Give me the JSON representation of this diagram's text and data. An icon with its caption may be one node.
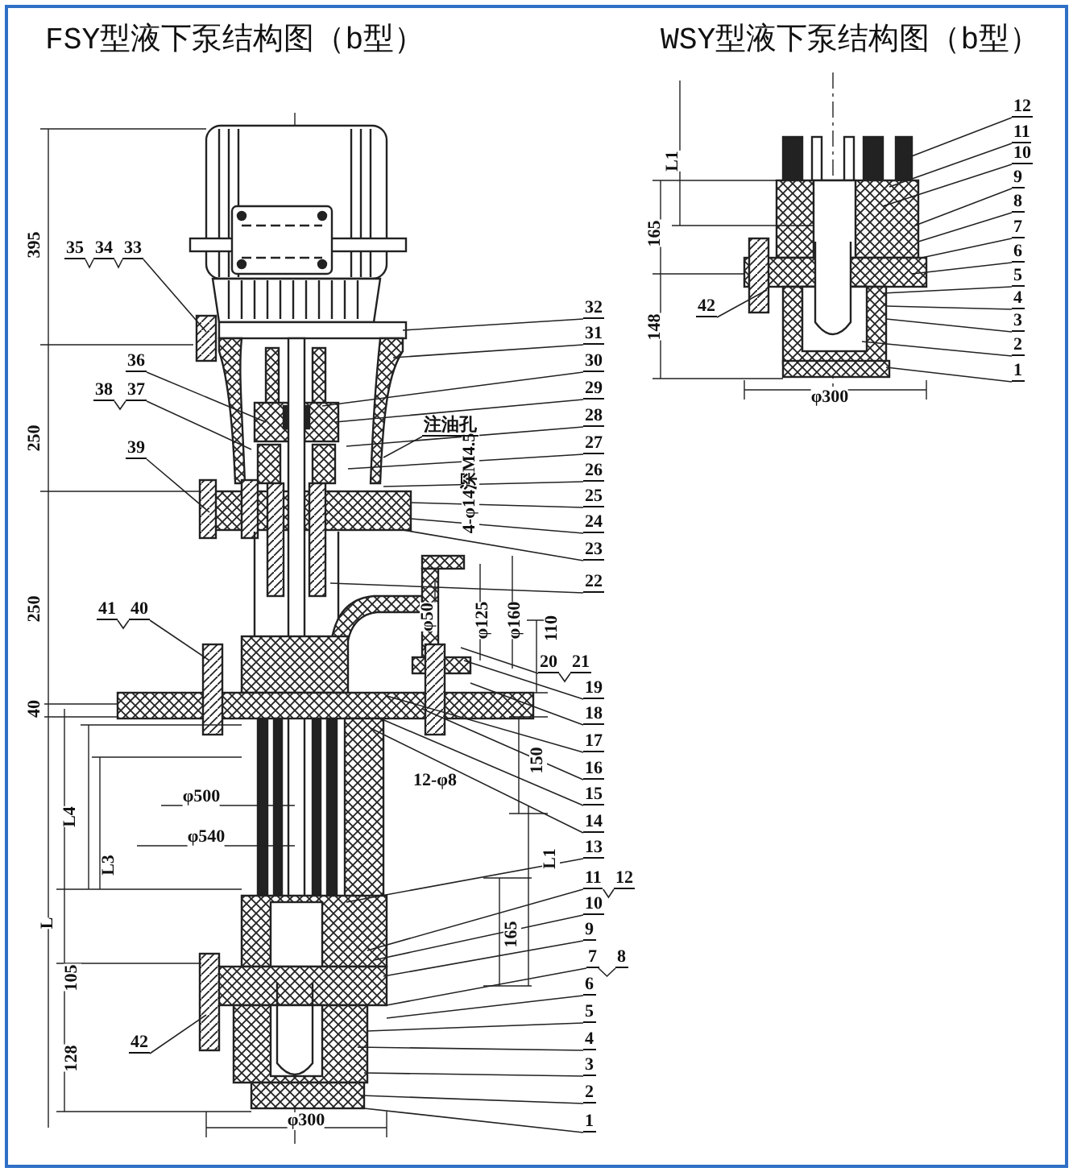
{
  "diagram": {
    "title": "FSY型液下泵结构图（b型）",
    "nodes": [
      {
        "text": [
          "35"
        ]
      },
      {
        "text": [
          "34"
        ]
      },
      {
        "text": [
          "33"
        ]
      },
      {
        "text": [
          "36"
        ]
      },
      {
        "text": [
          "38"
        ]
      },
      {
        "text": [
          "37"
        ]
      },
      {
        "text": [
          "39"
        ]
      },
      {
        "text": [
          "41"
        ]
      },
      {
        "text": [
          "40"
        ]
      },
      {
        "text": [
          "42"
        ]
      },
      {
        "text": [
          "32"
        ]
      },
      {
        "text": [
          "31"
        ]
      },
      {
        "text": [
          "30"
        ]
      },
      {
        "text": [
          "29"
        ]
      },
      {
        "text": [
          "28"
        ]
      },
      {
        "text": [
          "注油孔"
        ]
      },
      {
        "text": [
          "27"
        ]
      },
      {
        "text": [
          "26"
        ]
      },
      {
        "text": [
          "25"
        ]
      },
      {
        "text": [
          "24"
        ]
      },
      {
        "text": [
          "23"
        ]
      },
      {
        "text": [
          "22"
        ]
      },
      {
        "text": [
          "20"
        ]
      },
      {
        "text": [
          "21"
        ]
      },
      {
        "text": [
          "19"
        ]
      },
      {
        "text": [
          "18"
        ]
      },
      {
        "text": [
          "17"
        ]
      },
      {
        "text": [
          "16"
        ]
      },
      {
        "text": [
          "15"
        ]
      },
      {
        "text": [
          "14"
        ]
      },
      {
        "text": [
          "13"
        ]
      },
      {
        "text": [
          "11"
        ]
      },
      {
        "text": [
          "12"
        ]
      },
      {
        "text": [
          "10"
        ]
      },
      {
        "text": [
          "9"
        ]
      },
      {
        "text": [
          "7"
        ]
      },
      {
        "text": [
          "8"
        ]
      },
      {
        "text": [
          "6"
        ]
      },
      {
        "text": [
          "5"
        ]
      },
      {
        "text": [
          "4"
        ]
      },
      {
        "text": [
          "3"
        ]
      },
      {
        "text": [
          "2"
        ]
      },
      {
        "text": [
          "1"
        ]
      },
      {
        "text": [
          "12"
        ]
      },
      {
        "text": [
          "11"
        ]
      },
      {
        "text": [
          "10"
        ]
      },
      {
        "text": [
          "9"
        ]
      },
      {
        "text": [
          "8"
        ]
      },
      {
        "text": [
          "7"
        ]
      },
      {
        "text": [
          "6"
        ]
      },
      {
        "text": [
          "5"
        ]
      },
      {
        "text": [
          "4"
        ]
      },
      {
        "text": [
          "3"
        ]
      },
      {
        "text": [
          "2"
        ]
      },
      {
        "text": [
          "1"
        ]
      },
      {
        "text": [
          "42"
        ]
      }
    ],
    "edges": [
      {
        "from": 0,
        "to": 1,
        "arrow": "none"
      },
      {
        "from": 1,
        "to": 2,
        "arrow": "none"
      },
      {
        "from": 4,
        "to": 5,
        "arrow": "none"
      },
      {
        "from": 7,
        "to": 8,
        "arrow": "none"
      },
      {
        "from": 22,
        "to": 23,
        "arrow": "none"
      },
      {
        "from": 31,
        "to": 32,
        "arrow": "none"
      },
      {
        "from": 35,
        "to": 36,
        "arrow": "none"
      },
      {
        "from": 2,
        "to": null,
        "arrow": "none"
      },
      {
        "from": 3,
        "to": null,
        "arrow": "none"
      },
      {
        "from": 5,
        "to": null,
        "arrow": "none"
      },
      {
        "from": 6,
        "to": null,
        "arrow": "none"
      },
      {
        "from": 8,
        "to": null,
        "arrow": "none"
      },
      {
        "from": 9,
        "to": null,
        "arrow": "none"
      },
      {
        "from": 10,
        "to": null,
        "arrow": "none"
      },
      {
        "from": 11,
        "to": null,
        "arrow": "none"
      },
      {
        "from": 12,
        "to": null,
        "arrow": "none"
      },
      {
        "from": 13,
        "to": null,
        "arrow": "none"
      },
      {
        "from": 14,
        "to": null,
        "arrow": "none"
      },
      {
        "from": 15,
        "to": null,
        "arrow": "none"
      },
      {
        "from": 16,
        "to": null,
        "arrow": "none"
      },
      {
        "from": 17,
        "to": null,
        "arrow": "none"
      },
      {
        "from": 18,
        "to": null,
        "arrow": "none"
      },
      {
        "from": 19,
        "to": null,
        "arrow": "none"
      },
      {
        "from": 20,
        "to": null,
        "arrow": "none"
      },
      {
        "from": 21,
        "to": null,
        "arrow": "none"
      },
      {
        "from": 22,
        "to": null,
        "arrow": "none"
      },
      {
        "from": 24,
        "to": null,
        "arrow": "none"
      },
      {
        "from": 25,
        "to": null,
        "arrow": "none"
      },
      {
        "from": 26,
        "to": null,
        "arrow": "none"
      },
      {
        "from": 27,
        "to": null,
        "arrow": "none"
      },
      {
        "from": 28,
        "to": null,
        "arrow": "none"
      },
      {
        "from": 29,
        "to": null,
        "arrow": "none"
      },
      {
        "from": 30,
        "to": null,
        "arrow": "none"
      },
      {
        "from": 31,
        "to": null,
        "arrow": "none"
      },
      {
        "from": 33,
        "to": null,
        "arrow": "none"
      },
      {
        "from": 34,
        "to": null,
        "arrow": "none"
      },
      {
        "from": 35,
        "to": null,
        "arrow": "none"
      },
      {
        "from": 37,
        "to": null,
        "arrow": "none"
      },
      {
        "from": 38,
        "to": null,
        "arrow": "none"
      },
      {
        "from": 39,
        "to": null,
        "arrow": "none"
      },
      {
        "from": 40,
        "to": null,
        "arrow": "none"
      },
      {
        "from": 41,
        "to": null,
        "arrow": "none"
      },
      {
        "from": 42,
        "to": null,
        "arrow": "none"
      },
      {
        "from": 43,
        "to": null,
        "arrow": "none"
      },
      {
        "from": 44,
        "to": null,
        "arrow": "none"
      },
      {
        "from": 45,
        "to": null,
        "arrow": "none"
      },
      {
        "from": 46,
        "to": null,
        "arrow": "none"
      },
      {
        "from": 47,
        "to": null,
        "arrow": "none"
      },
      {
        "from": 48,
        "to": null,
        "arrow": "none"
      },
      {
        "from": 49,
        "to": null,
        "arrow": "none"
      },
      {
        "from": 50,
        "to": null,
        "arrow": "none"
      },
      {
        "from": 51,
        "to": null,
        "arrow": "none"
      },
      {
        "from": 52,
        "to": null,
        "arrow": "none"
      },
      {
        "from": 53,
        "to": null,
        "arrow": "none"
      },
      {
        "from": 54,
        "to": null,
        "arrow": "none"
      },
      {
        "from": 55,
        "to": null,
        "arrow": "none"
      }
    ],
    "labels": [
      "WSY型液下泵结构图（b型）",
      "L1",
      "165",
      "148",
      "φ300",
      "395",
      "250",
      "4-φ14深M4.5",
      "250",
      "φ50",
      "φ125",
      "φ160",
      "110",
      "40",
      "150",
      "12-φ8",
      "φ500",
      "L4",
      "φ540",
      "L3",
      "L1",
      "L",
      "165",
      "105",
      "128",
      "φ300"
    ]
  }
}
